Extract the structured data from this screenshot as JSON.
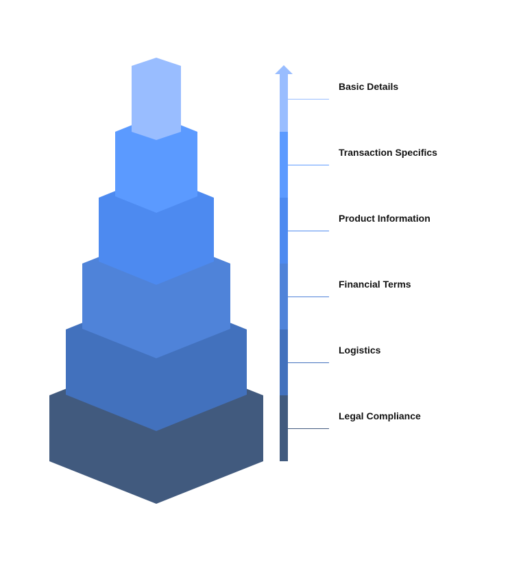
{
  "title": "",
  "levels": [
    {
      "label": "Basic Details",
      "color": "#99bdff"
    },
    {
      "label": "Transaction Specifics",
      "color": "#5b9aff"
    },
    {
      "label": "Product Information",
      "color": "#4d8af0"
    },
    {
      "label": "Financial Terms",
      "color": "#4f83d9"
    },
    {
      "label": "Logistics",
      "color": "#4271bd"
    },
    {
      "label": "Legal Compliance",
      "color": "#415a7e"
    }
  ],
  "arrow": {
    "color": "#99bdff",
    "direction": "up"
  }
}
